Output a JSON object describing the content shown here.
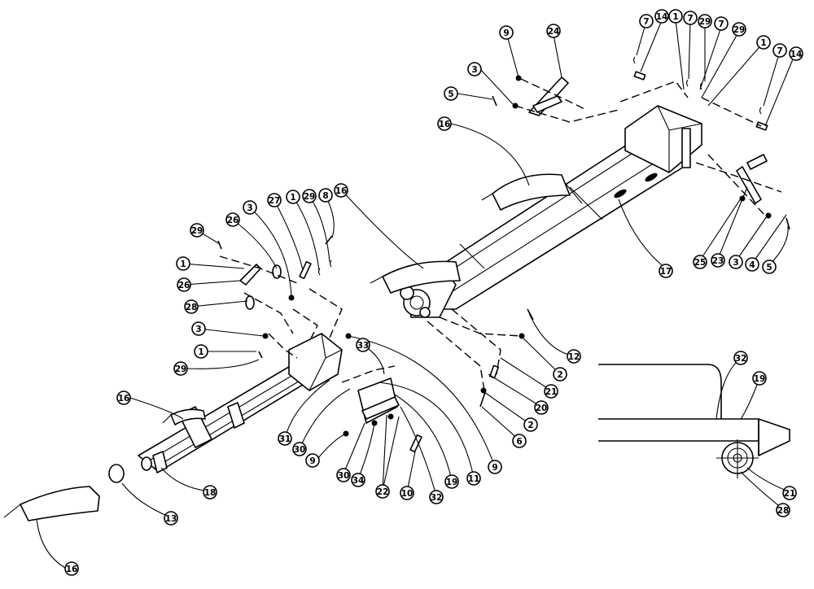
{
  "callouts": [
    {
      "id": "c-9-top",
      "label": "9"
    },
    {
      "id": "c-24",
      "label": "24"
    },
    {
      "id": "c-7a",
      "label": "7"
    },
    {
      "id": "c-14a",
      "label": "14"
    },
    {
      "id": "c-1a",
      "label": "1"
    },
    {
      "id": "c-7b",
      "label": "7"
    },
    {
      "id": "c-29a",
      "label": "29"
    },
    {
      "id": "c-7c",
      "label": "7"
    },
    {
      "id": "c-29b",
      "label": "29"
    },
    {
      "id": "c-1b",
      "label": "1"
    },
    {
      "id": "c-7d",
      "label": "7"
    },
    {
      "id": "c-14b",
      "label": "14"
    },
    {
      "id": "c-3a",
      "label": "3"
    },
    {
      "id": "c-5a",
      "label": "5"
    },
    {
      "id": "c-16a",
      "label": "16"
    },
    {
      "id": "c-25",
      "label": "25"
    },
    {
      "id": "c-23",
      "label": "23"
    },
    {
      "id": "c-3b",
      "label": "3"
    },
    {
      "id": "c-4",
      "label": "4"
    },
    {
      "id": "c-5b",
      "label": "5"
    },
    {
      "id": "c-17",
      "label": "17"
    },
    {
      "id": "c-16b",
      "label": "16"
    },
    {
      "id": "c-29c",
      "label": "29"
    },
    {
      "id": "c-26a",
      "label": "26"
    },
    {
      "id": "c-3c",
      "label": "3"
    },
    {
      "id": "c-27",
      "label": "27"
    },
    {
      "id": "c-1c",
      "label": "1"
    },
    {
      "id": "c-29d",
      "label": "29"
    },
    {
      "id": "c-8",
      "label": "8"
    },
    {
      "id": "c-1d",
      "label": "1"
    },
    {
      "id": "c-26b",
      "label": "26"
    },
    {
      "id": "c-28",
      "label": "28"
    },
    {
      "id": "c-3d",
      "label": "3"
    },
    {
      "id": "c-1e",
      "label": "1"
    },
    {
      "id": "c-29e",
      "label": "29"
    },
    {
      "id": "c-33",
      "label": "33"
    },
    {
      "id": "c-12",
      "label": "12"
    },
    {
      "id": "c-2a",
      "label": "2"
    },
    {
      "id": "c-21a",
      "label": "21"
    },
    {
      "id": "c-20",
      "label": "20"
    },
    {
      "id": "c-2b",
      "label": "2"
    },
    {
      "id": "c-6",
      "label": "6"
    },
    {
      "id": "c-16c",
      "label": "16"
    },
    {
      "id": "c-31",
      "label": "31"
    },
    {
      "id": "c-30a",
      "label": "30"
    },
    {
      "id": "c-9b",
      "label": "9"
    },
    {
      "id": "c-30b",
      "label": "30"
    },
    {
      "id": "c-34",
      "label": "34"
    },
    {
      "id": "c-22",
      "label": "22"
    },
    {
      "id": "c-10",
      "label": "10"
    },
    {
      "id": "c-32a",
      "label": "32"
    },
    {
      "id": "c-19a",
      "label": "19"
    },
    {
      "id": "c-11",
      "label": "11"
    },
    {
      "id": "c-9c",
      "label": "9"
    },
    {
      "id": "c-18",
      "label": "18"
    },
    {
      "id": "c-13",
      "label": "13"
    },
    {
      "id": "c-16d",
      "label": "16"
    },
    {
      "id": "c-32b",
      "label": "32"
    },
    {
      "id": "c-19b",
      "label": "19"
    },
    {
      "id": "c-21b",
      "label": "21"
    },
    {
      "id": "c-28b",
      "label": "28"
    }
  ]
}
